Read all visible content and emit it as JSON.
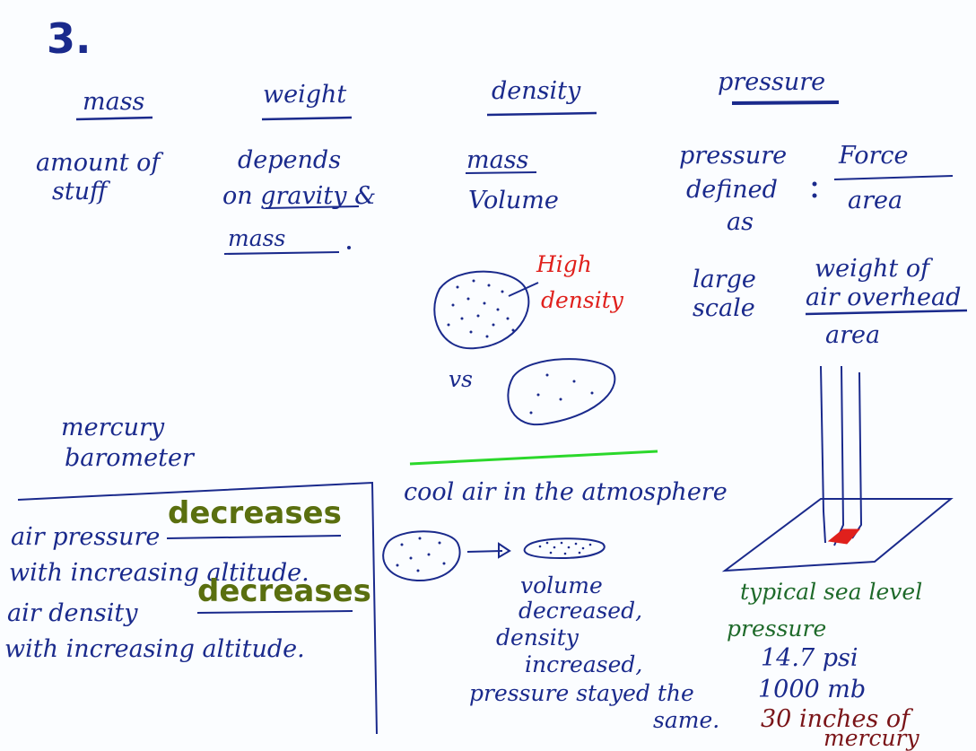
{
  "number": "3.",
  "headings": {
    "mass": "mass",
    "weight": "weight",
    "density": "density",
    "pressure": "pressure"
  },
  "mass_def": [
    "amount of",
    "stuff"
  ],
  "weight_def": [
    "depends",
    "on gravity &",
    "mass"
  ],
  "density_def": {
    "numerator": "mass",
    "denominator": "Volume"
  },
  "high_density": [
    "High",
    "density"
  ],
  "vs": "vs",
  "pressure_def": {
    "label": [
      "pressure",
      "defined",
      "as"
    ],
    "numerator": "Force",
    "denominator": "area"
  },
  "large_scale": [
    "large",
    "scale"
  ],
  "large_scale_frac": {
    "numerator": [
      "weight of",
      "air overhead"
    ],
    "denominator": "area"
  },
  "mercury_barometer": [
    "mercury",
    "barometer"
  ],
  "box": {
    "line1_a": "air pressure",
    "line1_b": "decreases",
    "line2": "with increasing altitude.",
    "line3_a": "air density",
    "line3_b": "decreases",
    "line4": "with increasing altitude."
  },
  "cool_air": "cool air in the atmosphere",
  "cool_result": [
    "volume",
    "decreased,",
    "density",
    "increased,",
    "pressure stayed the",
    "same."
  ],
  "sea_level": {
    "title": [
      "typical sea level",
      "pressure"
    ],
    "v1": "14.7 psi",
    "v2": "1000 mb",
    "v3": [
      "30 inches of",
      "mercury"
    ]
  },
  "colors": {
    "ink": "#1a2a8c",
    "red": "#e0201c",
    "green_line": "#2bd82b",
    "green_text": "#1e6a2a",
    "olive": "#5a6f0f",
    "maroon": "#7a1418"
  }
}
